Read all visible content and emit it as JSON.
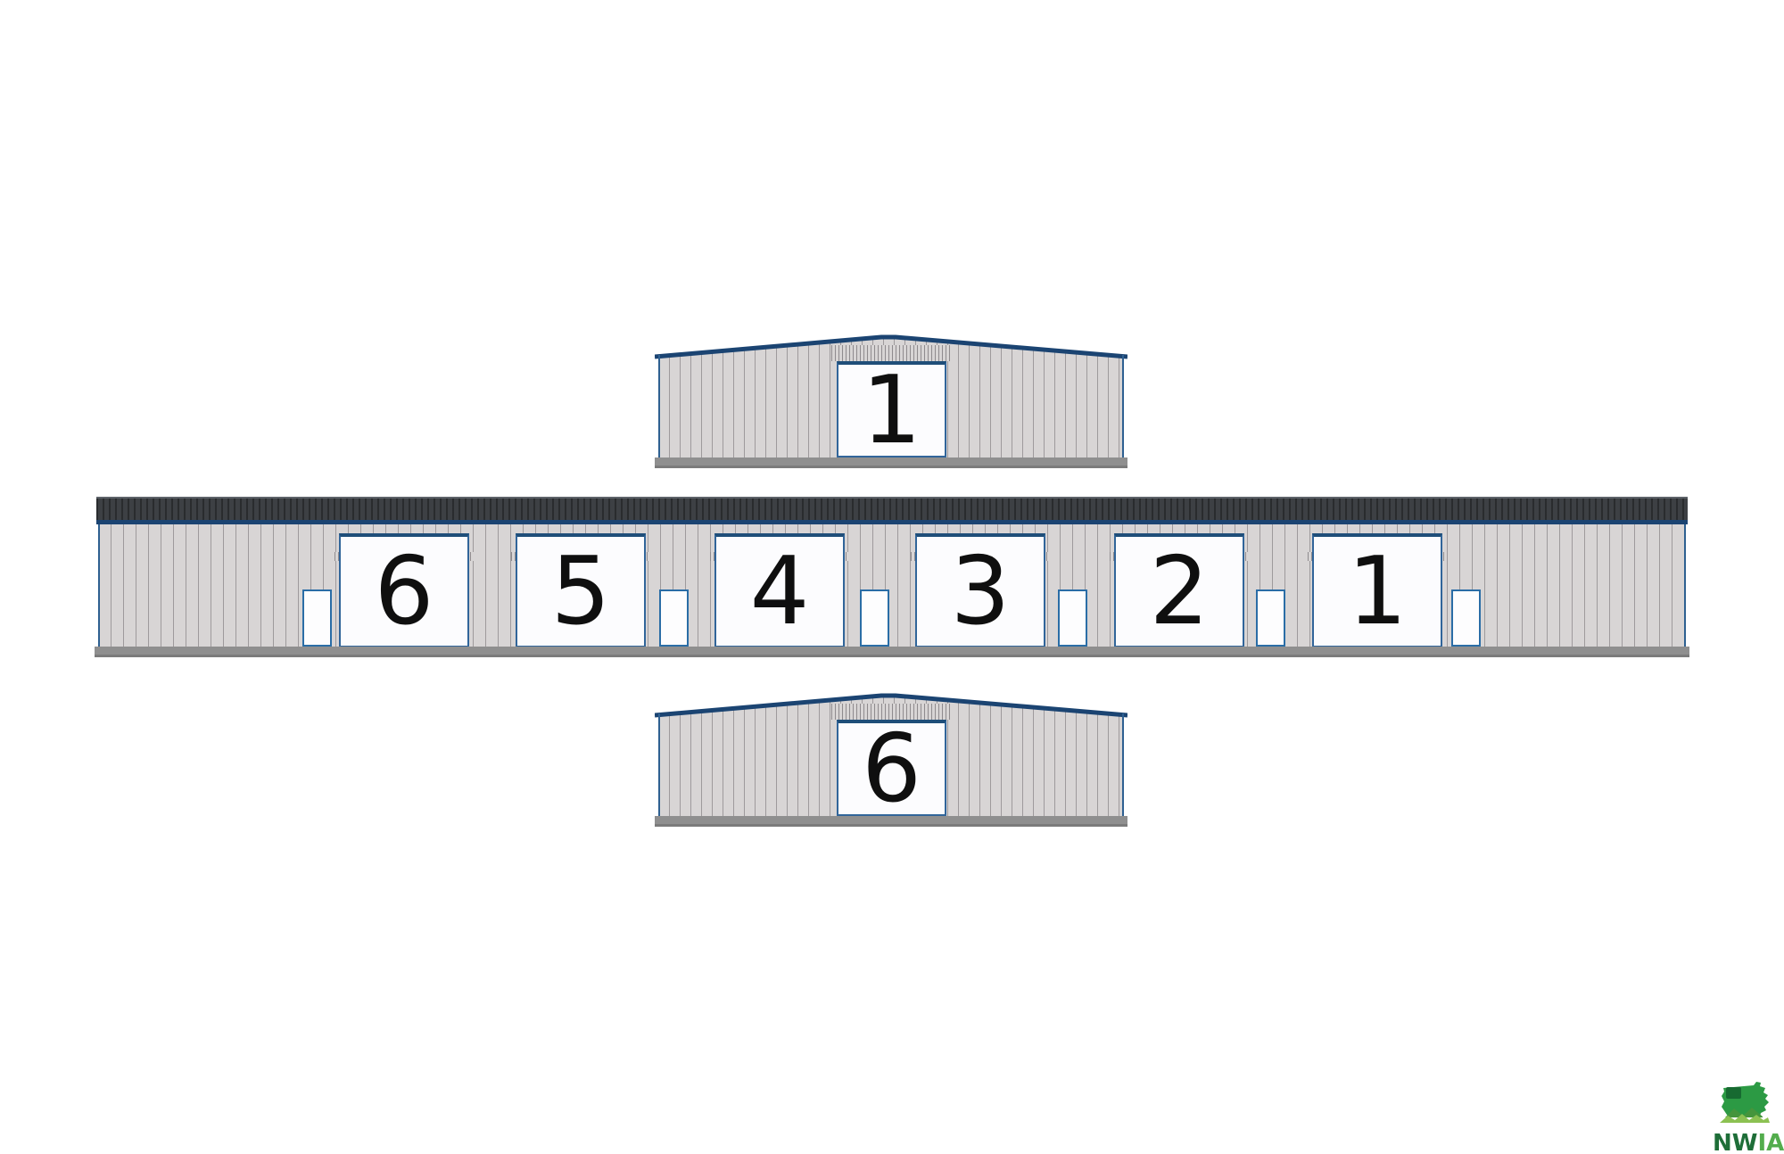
{
  "diagram": {
    "north_building": {
      "door_label": "1"
    },
    "row_building": {
      "garage_doors": [
        {
          "label": "6"
        },
        {
          "label": "5"
        },
        {
          "label": "4"
        },
        {
          "label": "3"
        },
        {
          "label": "2"
        },
        {
          "label": "1"
        }
      ]
    },
    "south_building": {
      "door_label": "6"
    }
  },
  "logo": {
    "nw": "NW",
    "ia": "IA"
  },
  "colors": {
    "siding": "#d8d5d5",
    "roof_band": "#3d4044",
    "roof_trim_blue": "#1b4472",
    "door_frame_blue": "#31659a",
    "door_header_blue": "#1f4e79",
    "walk_door_blue": "#2a6da6",
    "base_gray": "#8f8f8f",
    "digit_black": "#0f0f0f",
    "logo_green": "#2c9a44",
    "logo_dark_green": "#176a31",
    "logo_light_green": "#8cc152"
  }
}
